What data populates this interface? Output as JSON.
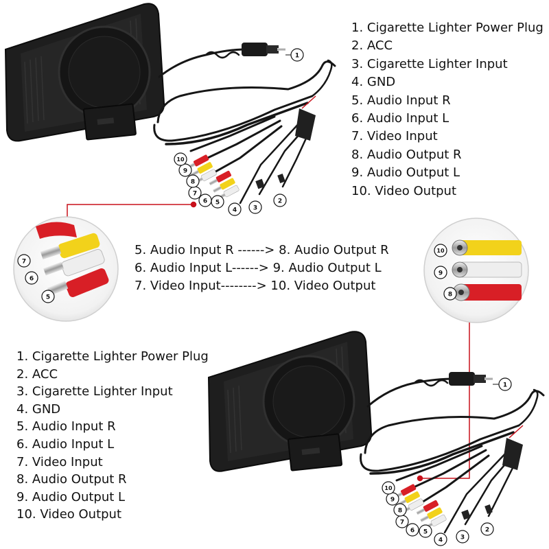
{
  "legend_top": {
    "items": [
      "1. Cigarette Lighter Power Plug",
      "2. ACC",
      "3. Cigarette Lighter Input",
      "4. GND",
      "5. Audio Input R",
      "6.  Audio Input L",
      "7.  Video Input",
      "8.  Audio Output R",
      "9.  Audio Output L",
      "10. Video Output"
    ]
  },
  "legend_bottom": {
    "items": [
      "1. Cigarette Lighter Power Plug",
      "2. ACC",
      "3. Cigarette Lighter Input",
      "4. GND",
      "5. Audio Input R",
      "6.  Audio Input L",
      "7.  Video Input",
      "8.  Audio Output R",
      "9.  Audio Output L",
      "10. Video Output"
    ]
  },
  "mapping": {
    "rows": [
      "5. Audio Input R ------> 8.  Audio Output R",
      "6.  Audio Input L------> 9.  Audio Output L",
      "7.  Video Input--------> 10. Video Output"
    ]
  },
  "callouts": {
    "n1": "1",
    "n2": "2",
    "n3": "3",
    "n4": "4",
    "n5": "5",
    "n6": "6",
    "n7": "7",
    "n8": "8",
    "n9": "9",
    "n10": "10"
  },
  "colors": {
    "device": "#1c1c1c",
    "cable": "#161616",
    "leader_red": "#c8101a",
    "rca_red": "#d81f26",
    "rca_yellow": "#f2d21b",
    "rca_white": "#eeeeee"
  }
}
